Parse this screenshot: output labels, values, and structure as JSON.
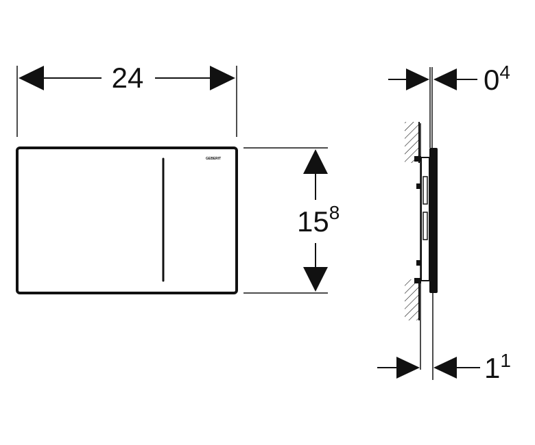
{
  "front_view": {
    "width_dimension": {
      "main": "24",
      "sup": ""
    },
    "height_dimension": {
      "main": "15",
      "sup": "8"
    },
    "logo_text": "GEBERIT"
  },
  "side_view": {
    "thickness_dimension": {
      "main": "0",
      "sup": "4"
    },
    "depth_dimension": {
      "main": "1",
      "sup": "1"
    }
  },
  "colors": {
    "line": "#111111",
    "background": "#ffffff"
  }
}
